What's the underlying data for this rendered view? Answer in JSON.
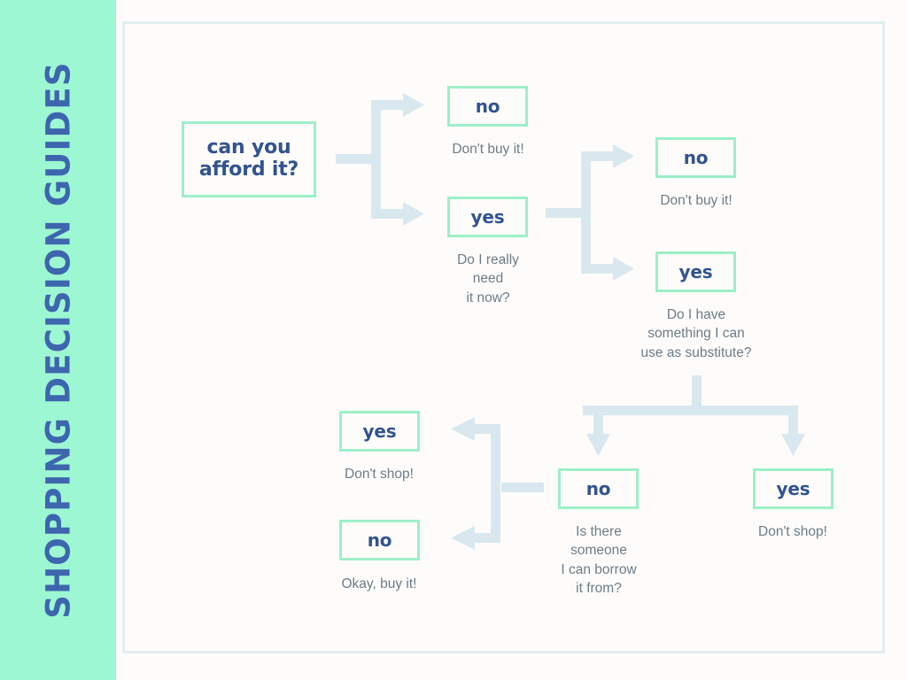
{
  "sidebar": {
    "title": "SHOPPING DECISION GUIDES",
    "background_color": "#9DF7D2",
    "text_color": "#3D66AE"
  },
  "theme": {
    "page_background": "#FDFCFA",
    "node_border": "#9DEFC8",
    "node_text": "#32538F",
    "caption_text": "#6D7C88",
    "arrow_color": "#D9E8EE",
    "frame_border": "#E2EDF1"
  },
  "chart_data": {
    "type": "diagram",
    "title": "SHOPPING DECISION GUIDES",
    "diagram_kind": "decision-flowchart",
    "nodes": [
      {
        "id": "q1",
        "label": "can you\nafford it?",
        "kind": "question"
      },
      {
        "id": "q1-no",
        "label": "no",
        "kind": "answer",
        "caption": "Don't buy it!"
      },
      {
        "id": "q1-yes",
        "label": "yes",
        "kind": "answer",
        "caption": "Do I really\nneed\nit now?"
      },
      {
        "id": "q2-no",
        "label": "no",
        "kind": "answer",
        "caption": "Don't buy it!"
      },
      {
        "id": "q2-yes",
        "label": "yes",
        "kind": "answer",
        "caption": "Do I have\nsomething I can\nuse as substitute?"
      },
      {
        "id": "q3-no",
        "label": "no",
        "kind": "answer",
        "caption": "Is there\nsomeone\nI can borrow\nit from?"
      },
      {
        "id": "q3-yes",
        "label": "yes",
        "kind": "answer",
        "caption": "Don't shop!"
      },
      {
        "id": "q4-yes",
        "label": "yes",
        "kind": "answer",
        "caption": "Don't shop!"
      },
      {
        "id": "q4-no",
        "label": "no",
        "kind": "answer",
        "caption": "Okay, buy it!"
      }
    ],
    "edges": [
      {
        "from": "q1",
        "to": "q1-no",
        "direction": "right"
      },
      {
        "from": "q1",
        "to": "q1-yes",
        "direction": "right"
      },
      {
        "from": "q1-yes",
        "to": "q2-no",
        "direction": "right"
      },
      {
        "from": "q1-yes",
        "to": "q2-yes",
        "direction": "right"
      },
      {
        "from": "q2-yes",
        "to": "q3-no",
        "direction": "down"
      },
      {
        "from": "q2-yes",
        "to": "q3-yes",
        "direction": "down"
      },
      {
        "from": "q3-no",
        "to": "q4-yes",
        "direction": "left"
      },
      {
        "from": "q3-no",
        "to": "q4-no",
        "direction": "left"
      }
    ]
  },
  "nodes": {
    "root": {
      "line1": "can you",
      "line2": "afford it?"
    },
    "b1_no": {
      "label": "no",
      "caption": "Don't buy it!"
    },
    "b1_yes": {
      "label": "yes",
      "caption": "Do I really\nneed\nit now?"
    },
    "b2_no": {
      "label": "no",
      "caption": "Don't buy it!"
    },
    "b2_yes": {
      "label": "yes",
      "caption": "Do I have\nsomething I can\nuse as substitute?"
    },
    "b3_no": {
      "label": "no",
      "caption": "Is there\nsomeone\nI can borrow\nit from?"
    },
    "b3_yes": {
      "label": "yes",
      "caption": "Don't shop!"
    },
    "b4_yes": {
      "label": "yes",
      "caption": "Don't shop!"
    },
    "b4_no": {
      "label": "no",
      "caption": "Okay, buy it!"
    }
  }
}
